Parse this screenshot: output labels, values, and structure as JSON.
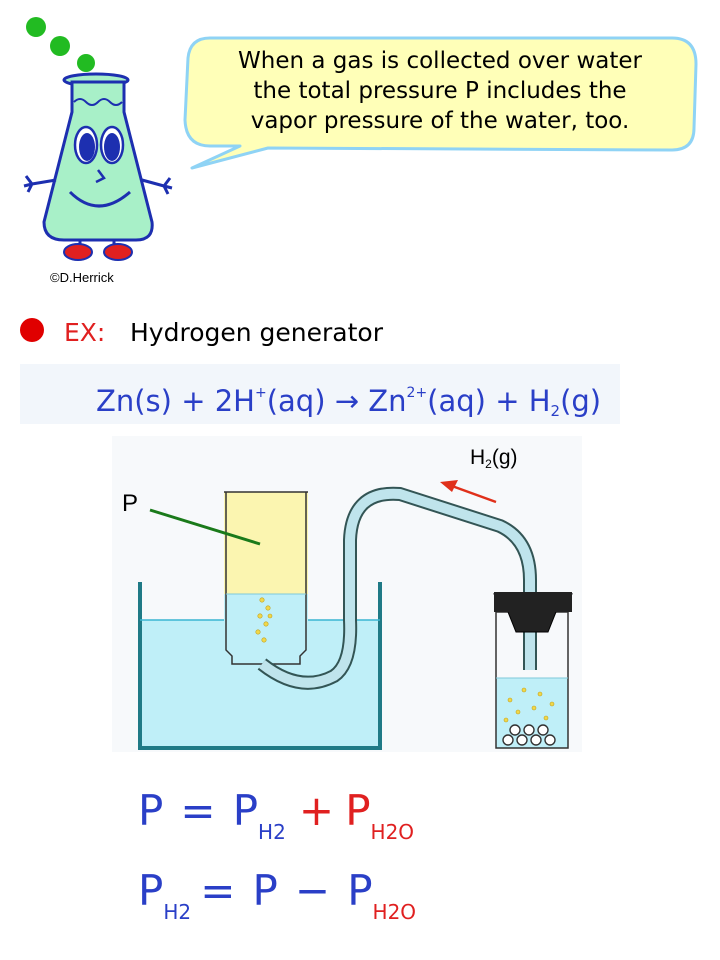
{
  "callout": {
    "text_lines": [
      "When a gas is collected over water",
      "the total pressure P includes the",
      "vapor pressure of the water, too."
    ]
  },
  "credit": "©D.Herrick",
  "example": {
    "prefix": "EX:",
    "title": "Hydrogen generator"
  },
  "reaction": {
    "zn": "Zn(s) + 2H",
    "h_charge": "+",
    "middle": "(aq) ",
    "arrow": "→",
    "zn2": " Zn",
    "zn_charge": "2+",
    "rest": "(aq) + H",
    "h2_sub": "2",
    "gas": "(g)"
  },
  "diagram": {
    "pressure_label": "P",
    "gas_label_main": "H",
    "gas_label_sub": "2",
    "gas_label_state": "(g)"
  },
  "equations": {
    "line1": {
      "lhs": "P",
      "eq": "=",
      "t1": "P",
      "t1_sub": "H2",
      "plus": "+",
      "t2": "P",
      "t2_sub": "H2O"
    },
    "line2": {
      "lhs": "P",
      "lhs_sub": "H2",
      "eq": "=",
      "t1": "P",
      "minus": "−",
      "t2": "P",
      "t2_sub": "H2O"
    }
  },
  "colors": {
    "blue_ink": "#2a3fc7",
    "red_ink": "#e02020",
    "water": "#bfeff8",
    "gas": "#fbf5b0",
    "bubble_fill": "#ffffb8",
    "bubble_border": "#8fd3f5",
    "flask_body": "#a8f0c8",
    "tube": "#bfe4ec",
    "stopper": "#222222"
  }
}
